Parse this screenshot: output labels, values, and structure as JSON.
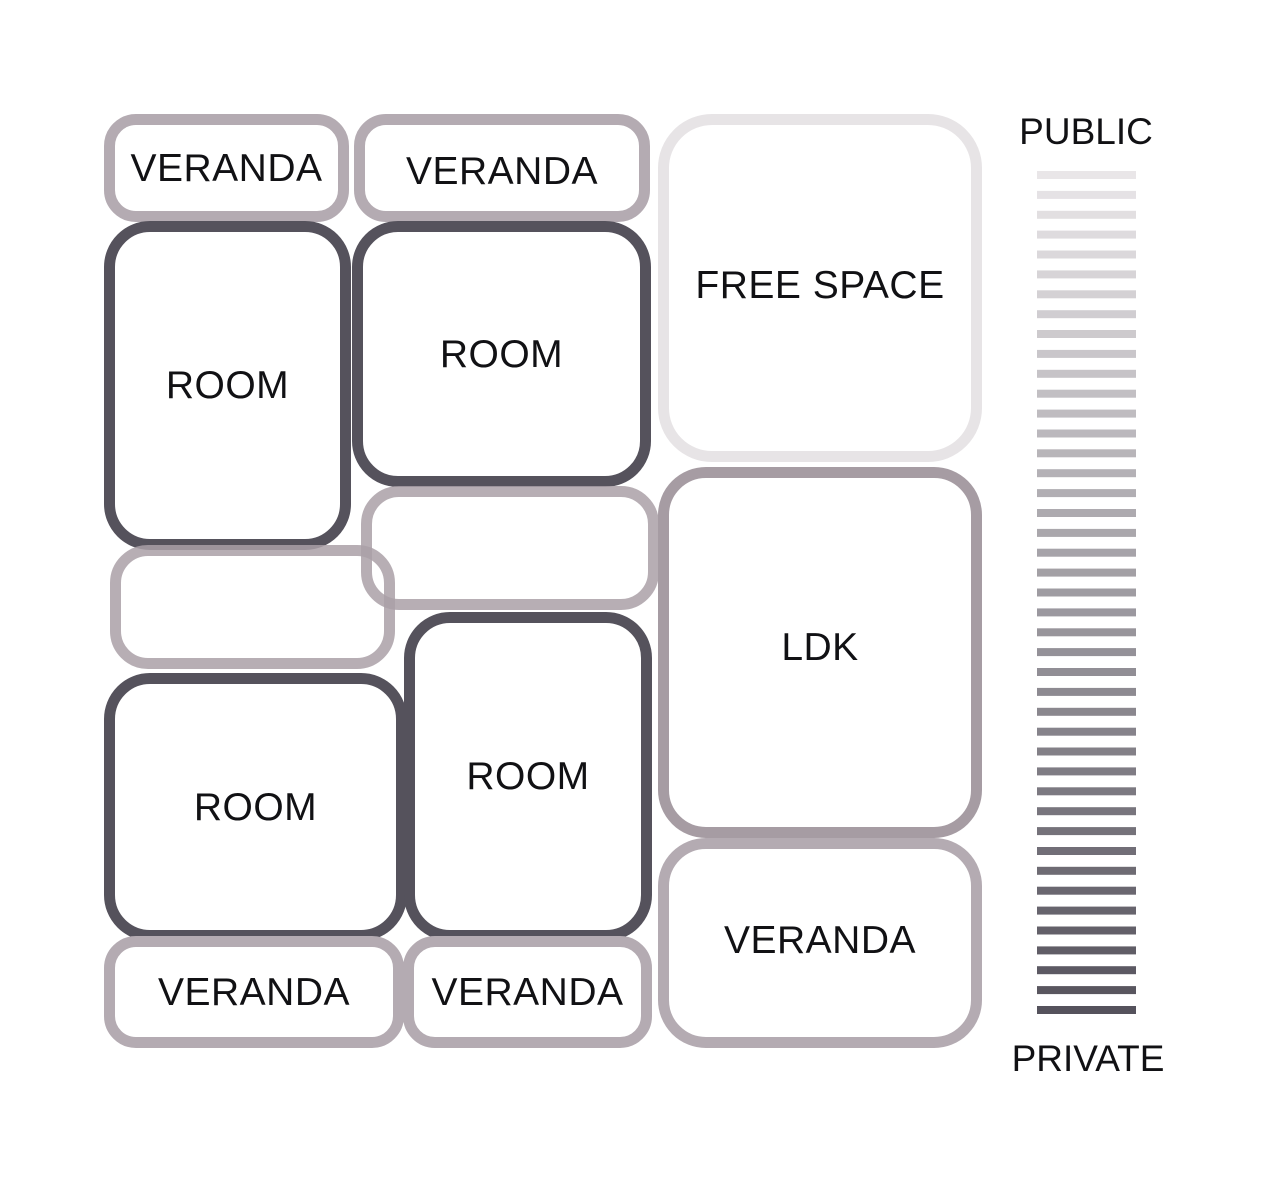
{
  "spaces": {
    "veranda_top_left": "VERANDA",
    "veranda_top_mid": "VERANDA",
    "free_space": "FREE SPACE",
    "room_upper_left": "ROOM",
    "room_upper_mid": "ROOM",
    "ldk": "LDK",
    "room_lower_left": "ROOM",
    "room_lower_mid": "ROOM",
    "veranda_right": "VERANDA",
    "veranda_bottom_left": "VERANDA",
    "veranda_bottom_mid": "VERANDA"
  },
  "scale": {
    "top_label": "PUBLIC",
    "bottom_label": "PRIVATE",
    "public_color": "#e9e6e8",
    "private_color": "#55525c"
  },
  "colors": {
    "room_border": "#55525c",
    "veranda_border": "#b4abb2",
    "ldk_border": "#a69ca3",
    "free_space_border": "#e7e4e6"
  }
}
